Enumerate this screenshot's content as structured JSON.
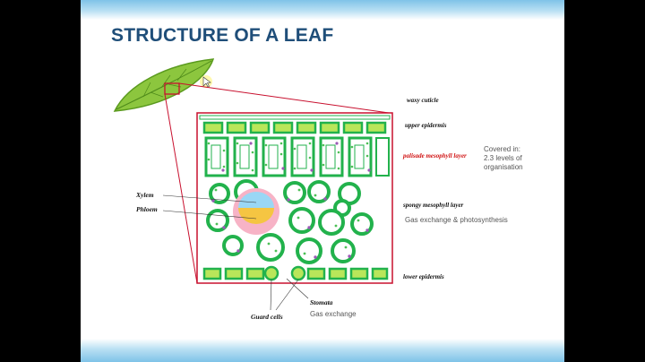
{
  "title": "STRUCTURE OF A LEAF",
  "labels": {
    "waxy_cuticle": "waxy cuticle",
    "upper_epidermis": "upper epidermis",
    "palisade": "palisade mesophyll layer",
    "spongy": "spongy mesophyll layer",
    "lower_epidermis": "lower epidermis",
    "xylem": "Xylem",
    "phloem": "Phloem",
    "stomata": "Stomata",
    "guard_cells": "Guard cells"
  },
  "notes": {
    "covered_in_1": "Covered in:",
    "covered_in_2": "2.3 levels of",
    "covered_in_3": "organisation",
    "spongy_function": "Gas exchange & photosynthesis",
    "stomata_function": "Gas exchange"
  },
  "colors": {
    "leaf_green": "#8cc63e",
    "cell_wall": "#22b24c",
    "cell_fill": "#b9e65a",
    "outline_red": "#c8102e",
    "xylem_blue": "#9ad7f5",
    "phloem_yellow": "#f5c542",
    "vascular_pink": "#f7b3c6",
    "chloroplast": "#9b59b6",
    "title_blue": "#1f4e79"
  },
  "icons": {
    "cursor": "mouse-pointer-icon"
  }
}
